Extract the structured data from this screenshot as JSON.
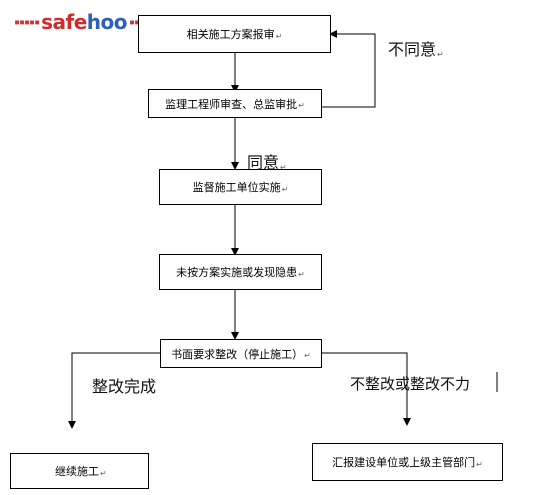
{
  "logo": {
    "dots_left": "▪▪▪▪▪",
    "brand_safe": "safe",
    "brand_hoo": "hoo",
    "dots_right": "▪▪▪"
  },
  "boxes": {
    "submit": "相关施工方案报审",
    "review": "监理工程师审查、总监审批",
    "implement": "监督施工单位实施",
    "issue": "未按方案实施或发现隐患",
    "rectify": "书面要求整改（停止施工）",
    "continue": "继续施工",
    "report": "汇报建设单位或上级主管部门"
  },
  "edit_mark": "↵",
  "labels": {
    "disagree": "不同意",
    "agree": "同意",
    "done": "整改完成",
    "not_done": "不整改或整改不力"
  }
}
